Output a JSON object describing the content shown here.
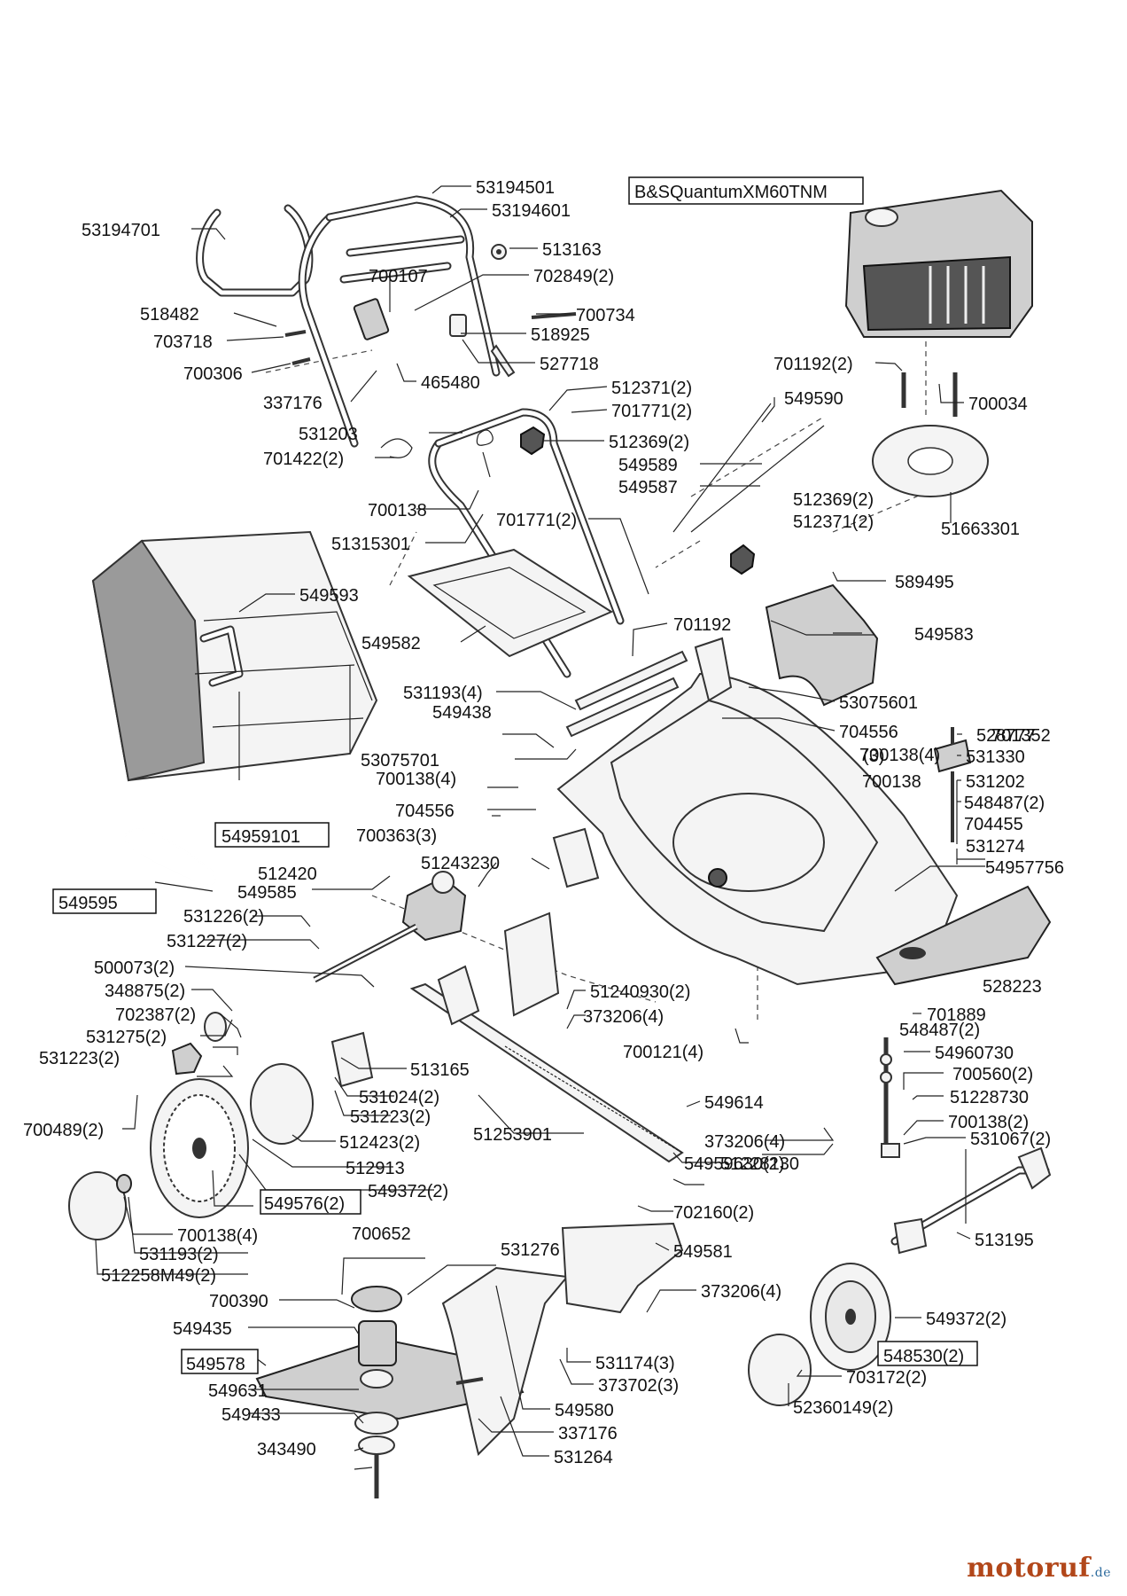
{
  "engine_label": "B&SQuantumXM60TNM",
  "brand": {
    "name": "motoruf",
    "tld": ".de"
  },
  "labels": [
    "53194501",
    "53194601",
    "53194701",
    "513163",
    "700107",
    "702849(2)",
    "518482",
    "700734",
    "703718",
    "518925",
    "700306",
    "527718",
    "337176",
    "465480",
    "701192(2)",
    "700034",
    "512371(2)",
    "701771(2)",
    "549590",
    "531203",
    "512369(2)",
    "701422(2)",
    "549589",
    "549587",
    "512369(2)",
    "700138",
    "512371(2)",
    "701771(2)",
    "51663301",
    "51315301",
    "549593",
    "589495",
    "549582",
    "701192",
    "549583",
    "531193(4)",
    "53075601",
    "549438",
    "704556",
    "700138(4)",
    "700138",
    "(3)",
    "53075701",
    "528777",
    "701352",
    "700138(4)",
    "531330",
    "704556",
    "531202",
    "700363(3)",
    "548487(2)",
    "704455",
    "531274",
    "54959101",
    "512420",
    "51243230",
    "54957756",
    "549585",
    "531226(2)",
    "531227(2)",
    "500073(2)",
    "348875(2)",
    "51240930(2)",
    "373206(4)",
    "528223",
    "702387(2)",
    "531275(2)",
    "531223(2)",
    "700121(4)",
    "701889",
    "548487(2)",
    "54960730",
    "513165",
    "700560(2)",
    "51228730",
    "531024(2)",
    "531223(2)",
    "549614",
    "700138(2)",
    "700489(2)",
    "51253901",
    "373206(4)",
    "531067(2)",
    "54959630(2)",
    "512423(2)",
    "512913",
    "549372(2)",
    "51228130",
    "549576(2)",
    "702160(2)",
    "700138(4)",
    "513195",
    "700652",
    "531193(2)",
    "531276",
    "549581",
    "512258M49(2)",
    "700390",
    "373206(4)",
    "549372(2)",
    "549435",
    "548530(2)",
    "549578",
    "531174(3)",
    "703172(2)",
    "549631",
    "373702(3)",
    "549433",
    "549580",
    "52360149(2)",
    "337176",
    "343490",
    "531264",
    "549595"
  ],
  "boxed": [
    "B&SQuantumXM60TNM",
    "54959101",
    "549595",
    "549576(2)",
    "548530(2)",
    "549578"
  ]
}
